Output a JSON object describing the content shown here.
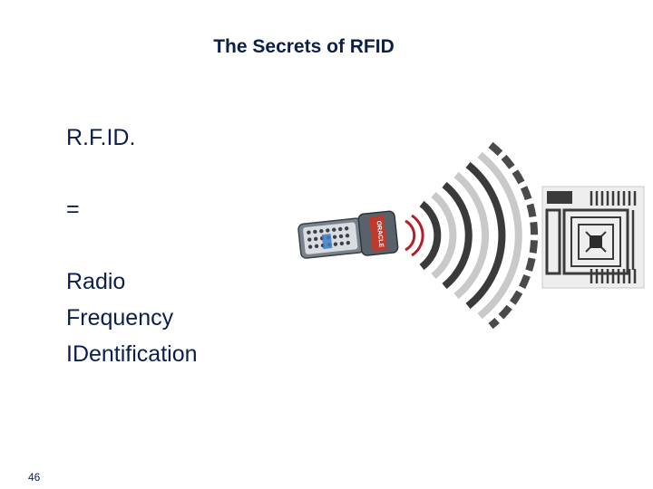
{
  "slide": {
    "title": "The Secrets of RFID",
    "line1": "R.F.ID.",
    "line2": "=",
    "line3": "Radio",
    "line4": "Frequency",
    "line5": "IDentification",
    "page_number": "46"
  },
  "illustration": {
    "reader_label": "ORACLE",
    "reader_icon": "handheld-rfid-reader",
    "waves_icon": "radio-waves",
    "tag_icon": "rfid-tag-antenna"
  },
  "colors": {
    "text": "#0b1f4a",
    "reader_body": "#6f7780",
    "reader_accent": "#c0392b",
    "wave_dark": "#3f3f3f",
    "wave_light": "#bdbdbd"
  }
}
